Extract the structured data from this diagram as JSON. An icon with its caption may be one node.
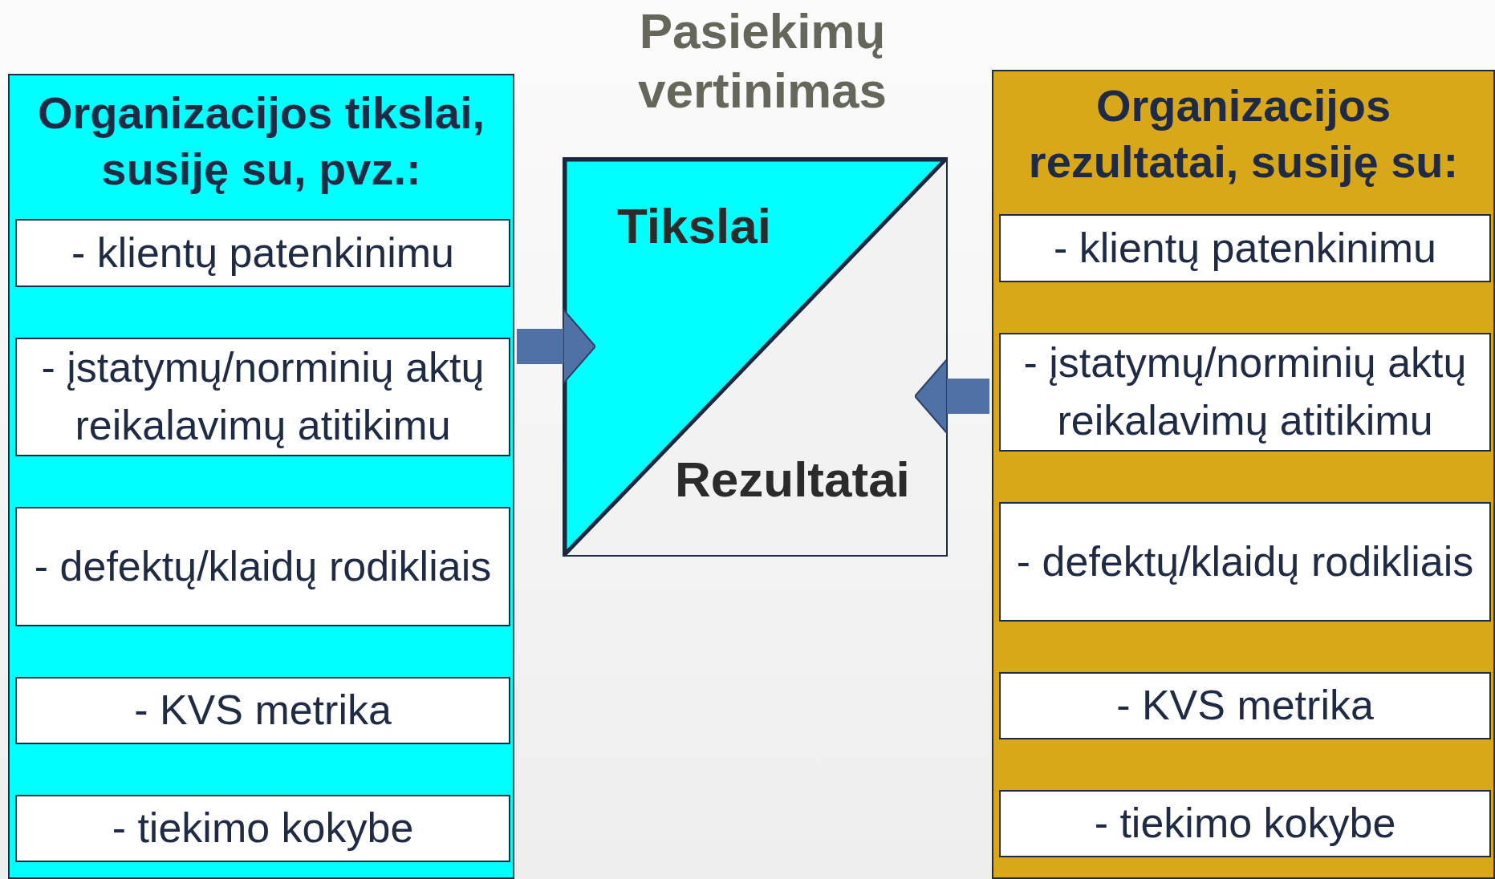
{
  "diagram": {
    "title": "Pasiekimų vertinimas",
    "nodes": [
      {
        "text": [
          "Organizacijos tikslai, susiję su, pvz.:"
        ]
      },
      {
        "text": [
          "- klientų patenkinimu"
        ],
        "in": 0
      },
      {
        "text": [
          "- įstatymų/norminių aktų reikalavimų atitikimu"
        ],
        "in": 0
      },
      {
        "text": [
          "- defektų/klaidų rodikliais"
        ],
        "in": 0
      },
      {
        "text": [
          "- KVS metrika"
        ],
        "in": 0
      },
      {
        "text": [
          "- tiekimo kokybe"
        ],
        "in": 0
      },
      {
        "text": [
          "Tikslai",
          "Rezultatai"
        ]
      },
      {
        "text": [
          "Organizacijos rezultatai, susiję su:"
        ]
      },
      {
        "text": [
          "- klientų patenkinimu"
        ],
        "in": 7
      },
      {
        "text": [
          "- įstatymų/norminių aktų reikalavimų atitikimu"
        ],
        "in": 7
      },
      {
        "text": [
          "- defektų/klaidų rodikliais"
        ],
        "in": 7
      },
      {
        "text": [
          "- KVS metrika"
        ],
        "in": 7
      },
      {
        "text": [
          "- tiekimo kokybe"
        ],
        "in": 7
      }
    ],
    "edges": [
      {
        "from": 0,
        "to": 6,
        "arrow": "to"
      },
      {
        "from": 7,
        "to": 6,
        "arrow": "to"
      }
    ]
  }
}
